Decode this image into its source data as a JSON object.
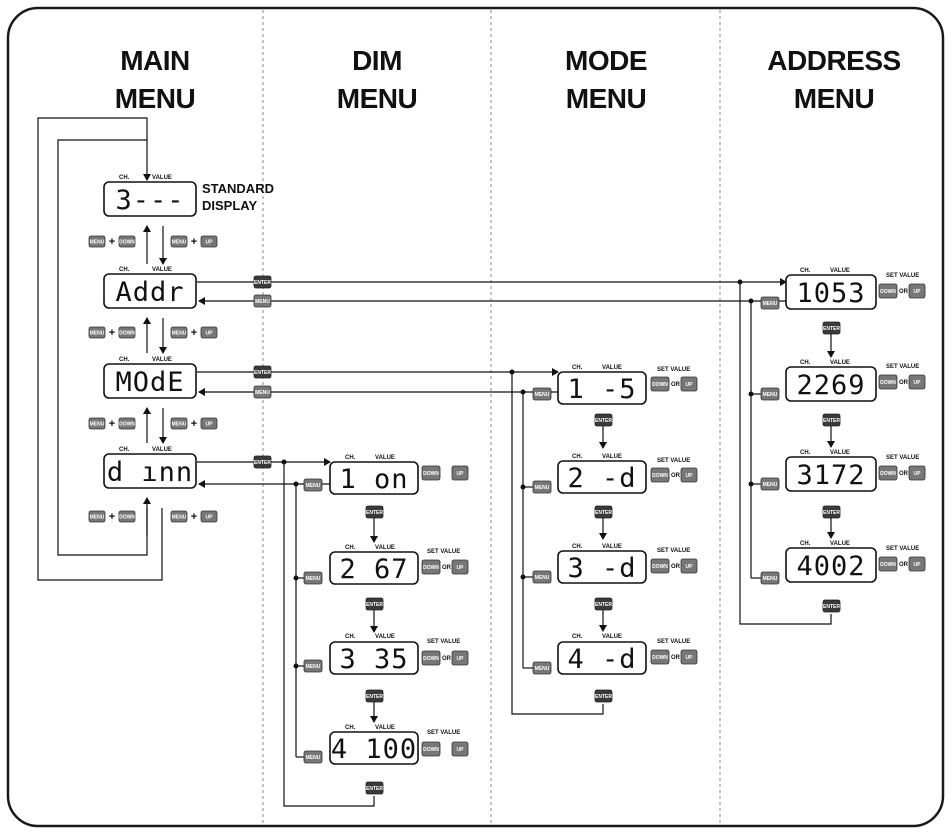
{
  "columns": [
    {
      "line1": "MAIN",
      "line2": "MENU"
    },
    {
      "line1": "DIM",
      "line2": "MENU"
    },
    {
      "line1": "MODE",
      "line2": "MENU"
    },
    {
      "line1": "ADDRESS",
      "line2": "MENU"
    }
  ],
  "labels": {
    "ch": "CH.",
    "value": "VALUE",
    "set_value": "SET VALUE",
    "or": "OR",
    "plus": "+",
    "standard": "STANDARD",
    "display": "DISPLAY"
  },
  "buttons": {
    "menu": "MENU",
    "down": "DOWN",
    "up": "UP",
    "enter": "ENTER"
  },
  "main_menu": [
    "3---",
    "Addr",
    "MOdE",
    "d ınn"
  ],
  "dim_menu": [
    "1 on",
    "2 67",
    "3 35",
    "4 100"
  ],
  "mode_menu": [
    "1 -5",
    "2 -d",
    "3 -d",
    "4 -d"
  ],
  "address_menu": [
    "1053",
    "2269",
    "3172",
    "4002"
  ]
}
